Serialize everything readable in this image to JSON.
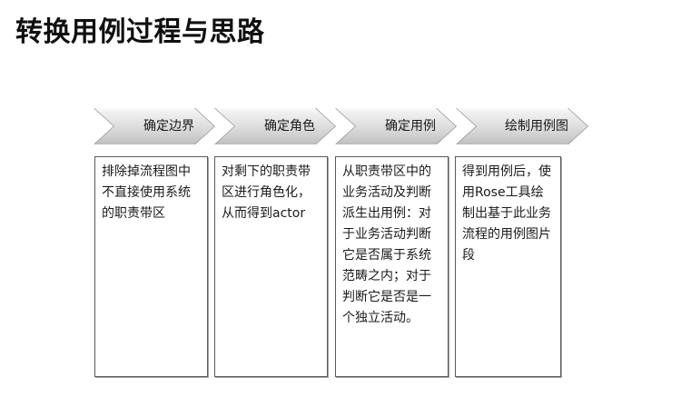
{
  "slide": {
    "title": "转换用例过程与思路",
    "background_color": "#ffffff",
    "title_color": "#101010"
  },
  "process": {
    "accent_color": "#d2d2d2",
    "border_color": "#8d8d8d",
    "steps": [
      {
        "label": "确定边界",
        "detail": "排除掉流程图中不直接使用系统的职责带区"
      },
      {
        "label": "确定角色",
        "detail": "对剩下的职责带区进行角色化，从而得到actor"
      },
      {
        "label": "确定用例",
        "detail": "从职责带区中的业务活动及判断派生出用例：对于业务活动判断它是否属于系统范畴之内；对于判断它是否是一个独立活动。"
      },
      {
        "label": "绘制用例图",
        "detail": "得到用例后，使用Rose工具绘制出基于此业务流程的用例图片段"
      }
    ]
  }
}
